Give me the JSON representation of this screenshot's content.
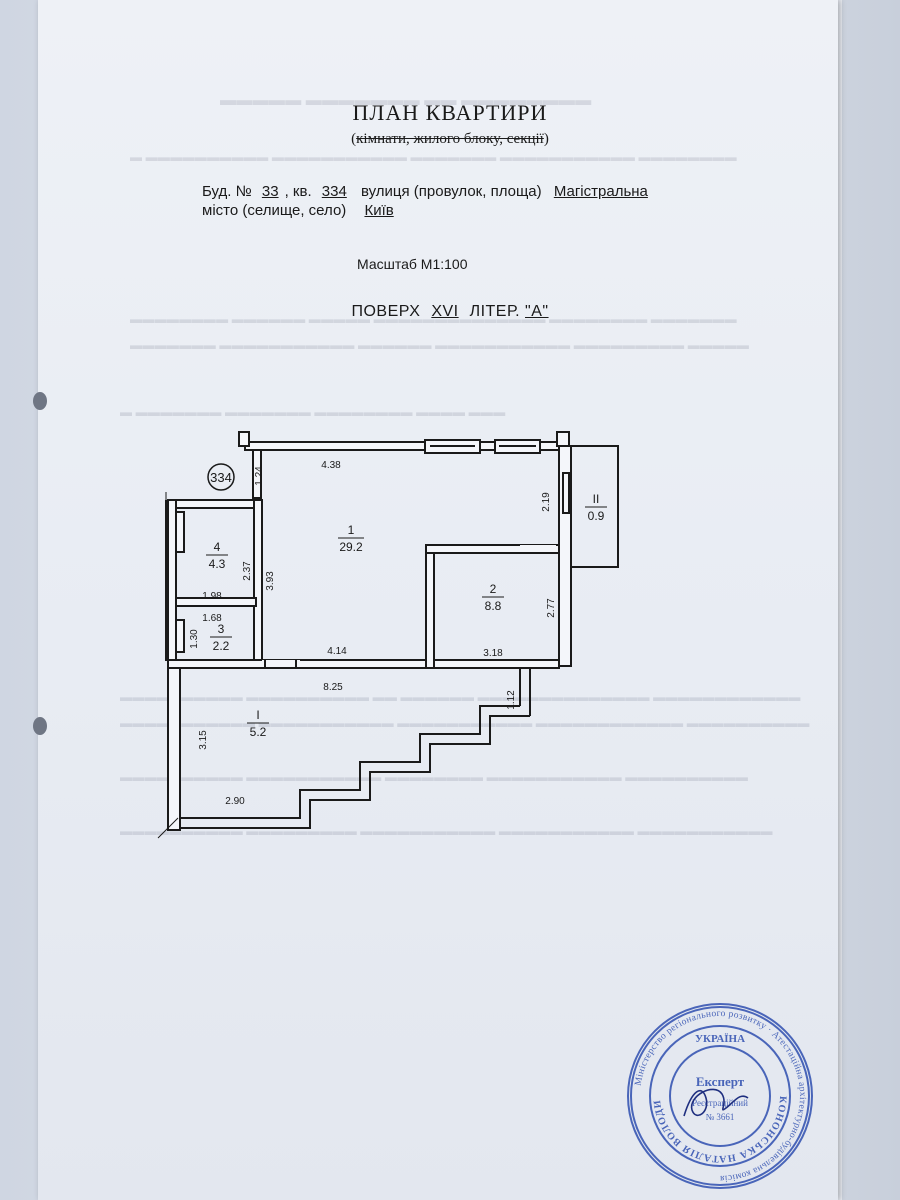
{
  "header": {
    "title": "ПЛАН КВАРТИРИ",
    "subtitle_strike": "кімнати, жилого блоку, секції",
    "subtitle": "(кімнати, жилого блоку, секції)"
  },
  "address": {
    "bud_label": "Буд. №",
    "bud_value": "33",
    "comma": ",",
    "kv_label": "кв.",
    "kv_value": "334",
    "street_label": "вулиця (провулок, площа)",
    "street_value": "Магістральна",
    "city_label": "місто (селище, село)",
    "city_value": "Київ"
  },
  "scale": "Масштаб М1:100",
  "floor": {
    "label": "ПОВЕРХ",
    "value": "XVI",
    "liter_label": "ЛІТЕР.",
    "liter_value": "\"А\""
  },
  "plan": {
    "apartment_badge": "334",
    "rooms": [
      {
        "number": "1",
        "area": "29.2"
      },
      {
        "number": "2",
        "area": "8.8"
      },
      {
        "number": "3",
        "area": "2.2"
      },
      {
        "number": "4",
        "area": "4.3"
      },
      {
        "number": "I",
        "area": "5.2"
      },
      {
        "number": "II",
        "area": "0.9"
      }
    ],
    "dimensions": {
      "d_1_24": "1.24",
      "d_4_38": "4.38",
      "d_2_19": "2.19",
      "d_2_37": "2.37",
      "d_3_93": "3.93",
      "d_1_98": "1.98",
      "d_1_68": "1.68",
      "d_1_30": "1.30",
      "d_4_14": "4.14",
      "d_3_18": "3.18",
      "d_2_77": "2.77",
      "d_8_25": "8.25",
      "d_1_12": "1.12",
      "d_3_15": "3.15",
      "d_2_90": "2.90"
    }
  },
  "stamp": {
    "country": "УКРАЇНА",
    "ring_text": "Міністерство регіонального розвитку · Атестаційна архітектурно-будівельна комісія",
    "name": "КОНОНСЬКА НАТАЛІЯ ВОЛОДИМИРІВНА",
    "role": "Експерт",
    "reg_label": "Реєстраційний",
    "reg_number": "№ 3661"
  },
  "colors": {
    "ink": "#1a1a1a",
    "stamp_blue": "#2f4fb0",
    "paper": "#eef1f6"
  }
}
